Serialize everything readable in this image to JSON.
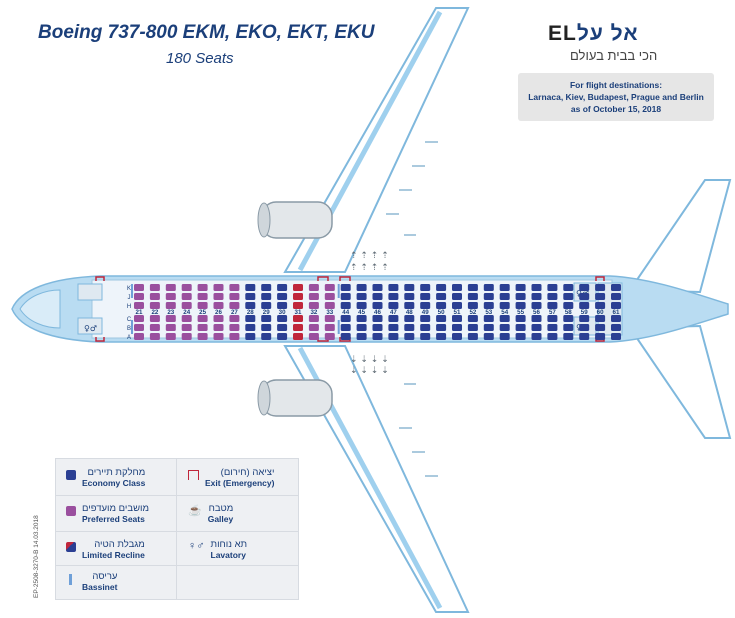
{
  "header": {
    "title": "Boeing 737-800  EKM, EKO, EKT, EKU",
    "subtitle": "180 Seats"
  },
  "logo": {
    "brand_latin": "EL",
    "brand_hebrew": "אל על",
    "tagline": "הכי בבית בעולם"
  },
  "notice": {
    "line1": "For flight destinations:",
    "line2": "Larnaca, Kiev, Budapest, Prague and Berlin",
    "line3": "as of October 15, 2018"
  },
  "seatmap": {
    "row_numbers": [
      "21",
      "22",
      "23",
      "24",
      "25",
      "26",
      "27",
      "28",
      "29",
      "30",
      "31",
      "32",
      "33",
      "44",
      "45",
      "46",
      "47",
      "48",
      "49",
      "50",
      "51",
      "52",
      "53",
      "54",
      "55",
      "56",
      "57",
      "58",
      "59",
      "60",
      "61"
    ],
    "upper_letters": [
      "K",
      "J",
      "H"
    ],
    "lower_letters": [
      "C",
      "B",
      "A"
    ],
    "colors": {
      "economy": "#2b3f93",
      "preferred": "#9a4f9e",
      "limited": "#c0263b",
      "fuselage": "#b9dcf2",
      "wing": "#ffffff"
    }
  },
  "legend": {
    "economy_he": "מחלקת תיירים",
    "economy_en": "Economy Class",
    "preferred_he": "מושבים מועדפים",
    "preferred_en": "Preferred Seats",
    "limited_he": "מגבלת הטיה",
    "limited_en": "Limited Recline",
    "bassinet_he": "עריסה",
    "bassinet_en": "Bassinet",
    "exit_he": "יציאה (חירום)",
    "exit_en": "Exit (Emergency)",
    "galley_he": "מטבח",
    "galley_en": "Galley",
    "lavatory_he": "תא נוחות",
    "lavatory_en": "Lavatory"
  },
  "doc_ref": "EP-2508-3270-B  14.03.2018"
}
